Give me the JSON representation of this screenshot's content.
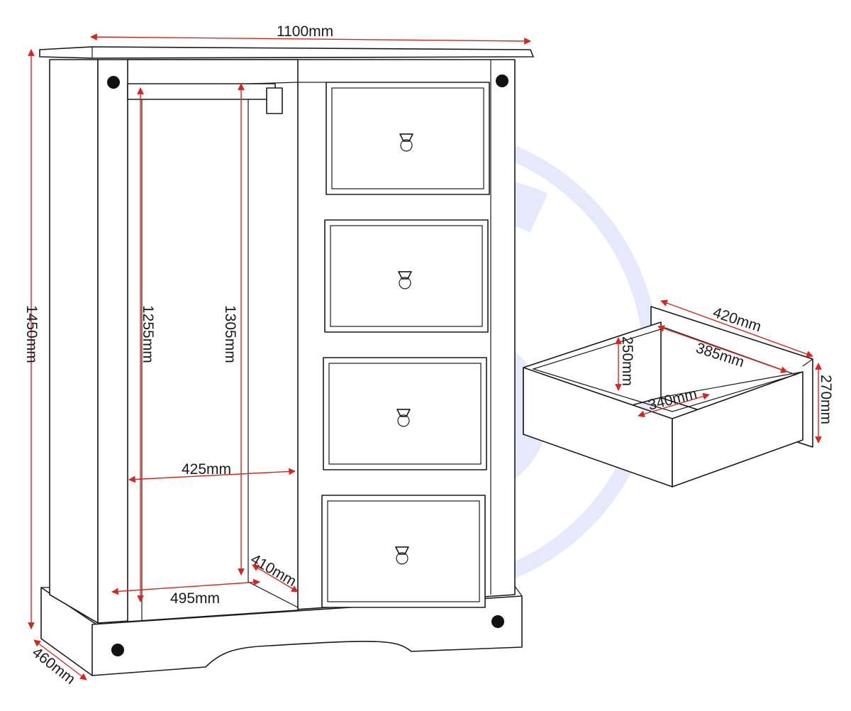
{
  "colors": {
    "outline": "#1a1a1a",
    "dimension_arrow": "#d9261c",
    "watermark": "#e6e8fb",
    "background": "#ffffff"
  },
  "cabinet": {
    "width": "1100mm",
    "height": "1450mm",
    "depth": "460mm",
    "hanging_height_inner": "1255mm",
    "hanging_height": "1305mm",
    "inner_width": "425mm",
    "rail_width": "495mm",
    "inner_depth": "410mm",
    "drawer_count": 4
  },
  "drawer": {
    "outer_width": "420mm",
    "inner_width": "385mm",
    "inner_height": "250mm",
    "inner_depth": "340mm",
    "front_height": "270mm"
  }
}
